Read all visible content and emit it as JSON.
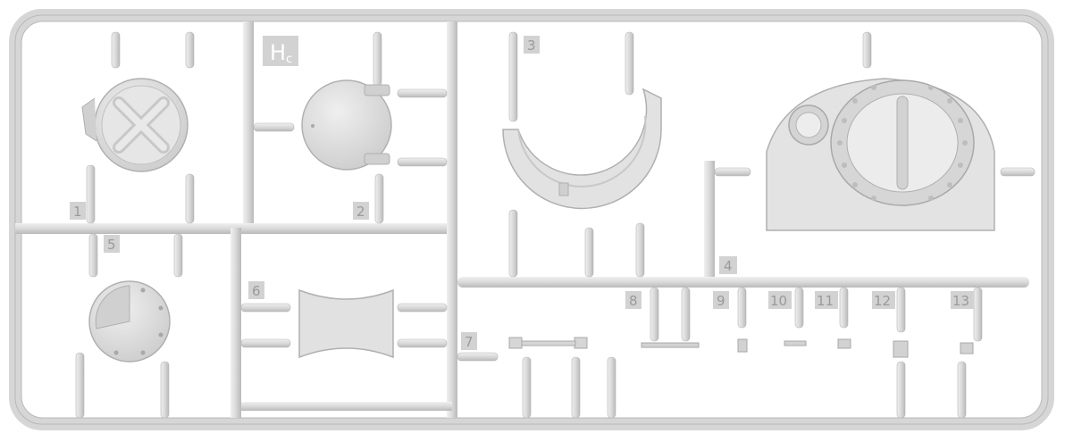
{
  "image": {
    "subject": "plastic model kit sprue",
    "sprue_letter": "H",
    "sprue_letter_sub": "c",
    "colors": {
      "plastic": "#dcdcdc",
      "plastic_shadow": "#bdbdbd",
      "plastic_highlight": "#f2f2f2",
      "background": "#ffffff"
    }
  },
  "part_labels": [
    "1",
    "2",
    "3",
    "4",
    "5",
    "6",
    "7",
    "8",
    "9",
    "10",
    "11",
    "12",
    "13"
  ]
}
